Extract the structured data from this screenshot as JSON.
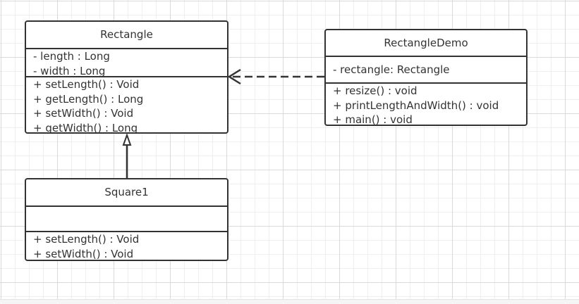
{
  "diagram": {
    "classes": [
      {
        "id": "rectangle",
        "name": "Rectangle",
        "attributes": [
          "- length : Long",
          "- width : Long"
        ],
        "operations": [
          "+ setLength() : Void",
          "+ getLength() : Long",
          "+ setWidth() : Void",
          "+ getWidth() : Long"
        ]
      },
      {
        "id": "rectangledemo",
        "name": "RectangleDemo",
        "attributes": [
          "- rectangle: Rectangle"
        ],
        "operations": [
          "+ resize() : void",
          "+ printLengthAndWidth() : void",
          "+ main() : void"
        ]
      },
      {
        "id": "square1",
        "name": "Square1",
        "attributes": [],
        "operations": [
          "+ setLength() : Void",
          "+ setWidth() : Void"
        ]
      }
    ],
    "relationships": [
      {
        "type": "dependency",
        "from": "RectangleDemo",
        "to": "Rectangle",
        "style": "dashed",
        "arrowhead": "open"
      },
      {
        "type": "generalization",
        "from": "Square1",
        "to": "Rectangle",
        "style": "solid",
        "arrowhead": "hollow-triangle"
      }
    ],
    "colors": {
      "stroke": "#333333",
      "text": "#333333",
      "background": "#ffffff",
      "grid_major": "#d9d9d9",
      "grid_minor": "#efefef"
    }
  }
}
